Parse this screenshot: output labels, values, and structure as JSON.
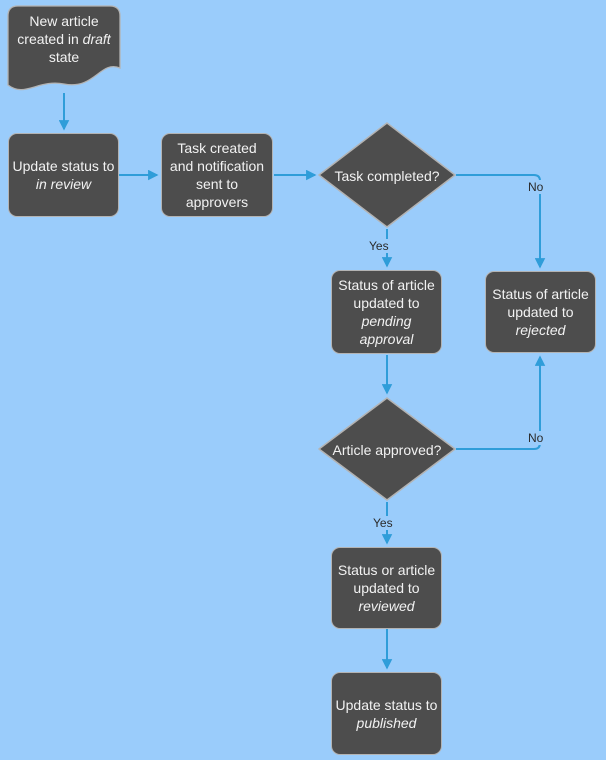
{
  "diagram": {
    "type": "flowchart",
    "colors": {
      "background": "#9accfb",
      "shape_fill": "#4d4d4d",
      "shape_border": "#b3b3b3",
      "shape_text": "#f2f2f2",
      "connector": "#2f9dd9",
      "edge_label_text": "#2b2b2b"
    },
    "nodes": {
      "draft": {
        "shape": "document",
        "line1": "New article",
        "line2_pre": "created in ",
        "line2_em": "draft",
        "line3": "state"
      },
      "in_review": {
        "shape": "rounded-rectangle",
        "line1": "Update status to",
        "line2_em": "in review"
      },
      "task_created": {
        "shape": "rounded-rectangle",
        "line1": "Task created",
        "line2": "and notification",
        "line3": "sent to",
        "line4": "approvers"
      },
      "task_completed": {
        "shape": "decision-diamond",
        "text": "Task completed?"
      },
      "pending_approval": {
        "shape": "rounded-rectangle",
        "line1": "Status of article",
        "line2": "updated to",
        "line3_em": "pending",
        "line4_em": "approval"
      },
      "rejected": {
        "shape": "rounded-rectangle",
        "line1": "Status of article",
        "line2": "updated to",
        "line3_em": "rejected"
      },
      "article_approved": {
        "shape": "decision-diamond",
        "text": "Article approved?"
      },
      "reviewed": {
        "shape": "rounded-rectangle",
        "line1": "Status or article",
        "line2": "updated to",
        "line3_em": "reviewed"
      },
      "published": {
        "shape": "rounded-rectangle",
        "line1": "Update status to",
        "line2_em": "published"
      }
    },
    "edge_labels": {
      "task_completed_yes": "Yes",
      "task_completed_no": "No",
      "article_approved_yes": "Yes",
      "article_approved_no": "No"
    }
  }
}
